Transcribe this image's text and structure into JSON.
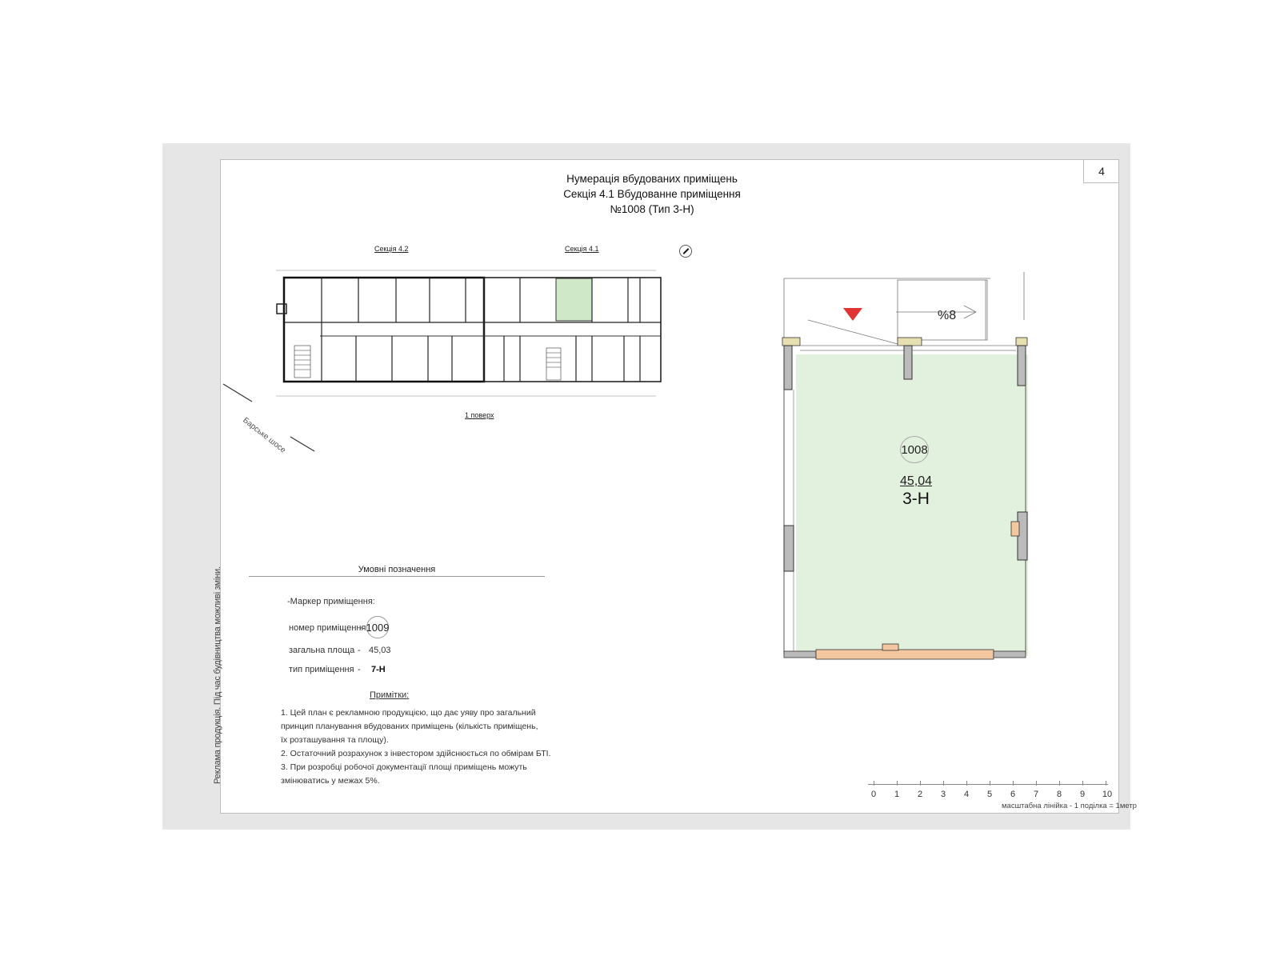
{
  "sheet": {
    "page_number": "4",
    "title_lines": [
      "Нумерація вбудованих приміщень",
      "Секція 4.1 Вбудованне приміщення",
      "№1008 (Тип 3-Н)"
    ],
    "side_note": "Реклама продукція. Під час будівництва можливі зміни."
  },
  "overall_plan": {
    "section_labels": [
      "Секція 4.2",
      "Секція 4.1"
    ],
    "floor_label": "1 поверх",
    "street_label": "Барське шосе",
    "highlight_color": "#cfe8c8",
    "compass_icon": "north-arrow-icon"
  },
  "legend": {
    "title": "Умовні позначення",
    "marker_label": "-Маркер приміщення:",
    "rows": [
      {
        "label": "номер приміщення",
        "dash": "-",
        "value": "1009"
      },
      {
        "label": "загальна площа",
        "dash": "-",
        "value": "45,03"
      },
      {
        "label": "тип приміщення",
        "dash": "-",
        "value": "7-Н"
      }
    ]
  },
  "notes": {
    "title": "Примітки:",
    "lines": [
      "1. Цей план є рекламною продукцією, що дає уяву про загальний",
      "принцип  планування вбудованих приміщень (кількість приміщень,",
      "їх розташування та площу).",
      "2. Остаточний розрахунок з інвестором здійснюється по обмірам БТІ.",
      "3. При розробці робочої документації площі приміщень можуть",
      "змінюватись у межах 5%."
    ]
  },
  "unit_plan": {
    "unit_number": "1008",
    "area": "45,04",
    "type": "3-Н",
    "slope_label": "%8",
    "entrance_marker_color": "#e03434",
    "floor_color": "#e2f0de"
  },
  "scale_bar": {
    "ticks": [
      "0",
      "1",
      "2",
      "3",
      "4",
      "5",
      "6",
      "7",
      "8",
      "9",
      "10"
    ],
    "caption": "масштабна лінійка - 1 поділка = 1метр"
  }
}
